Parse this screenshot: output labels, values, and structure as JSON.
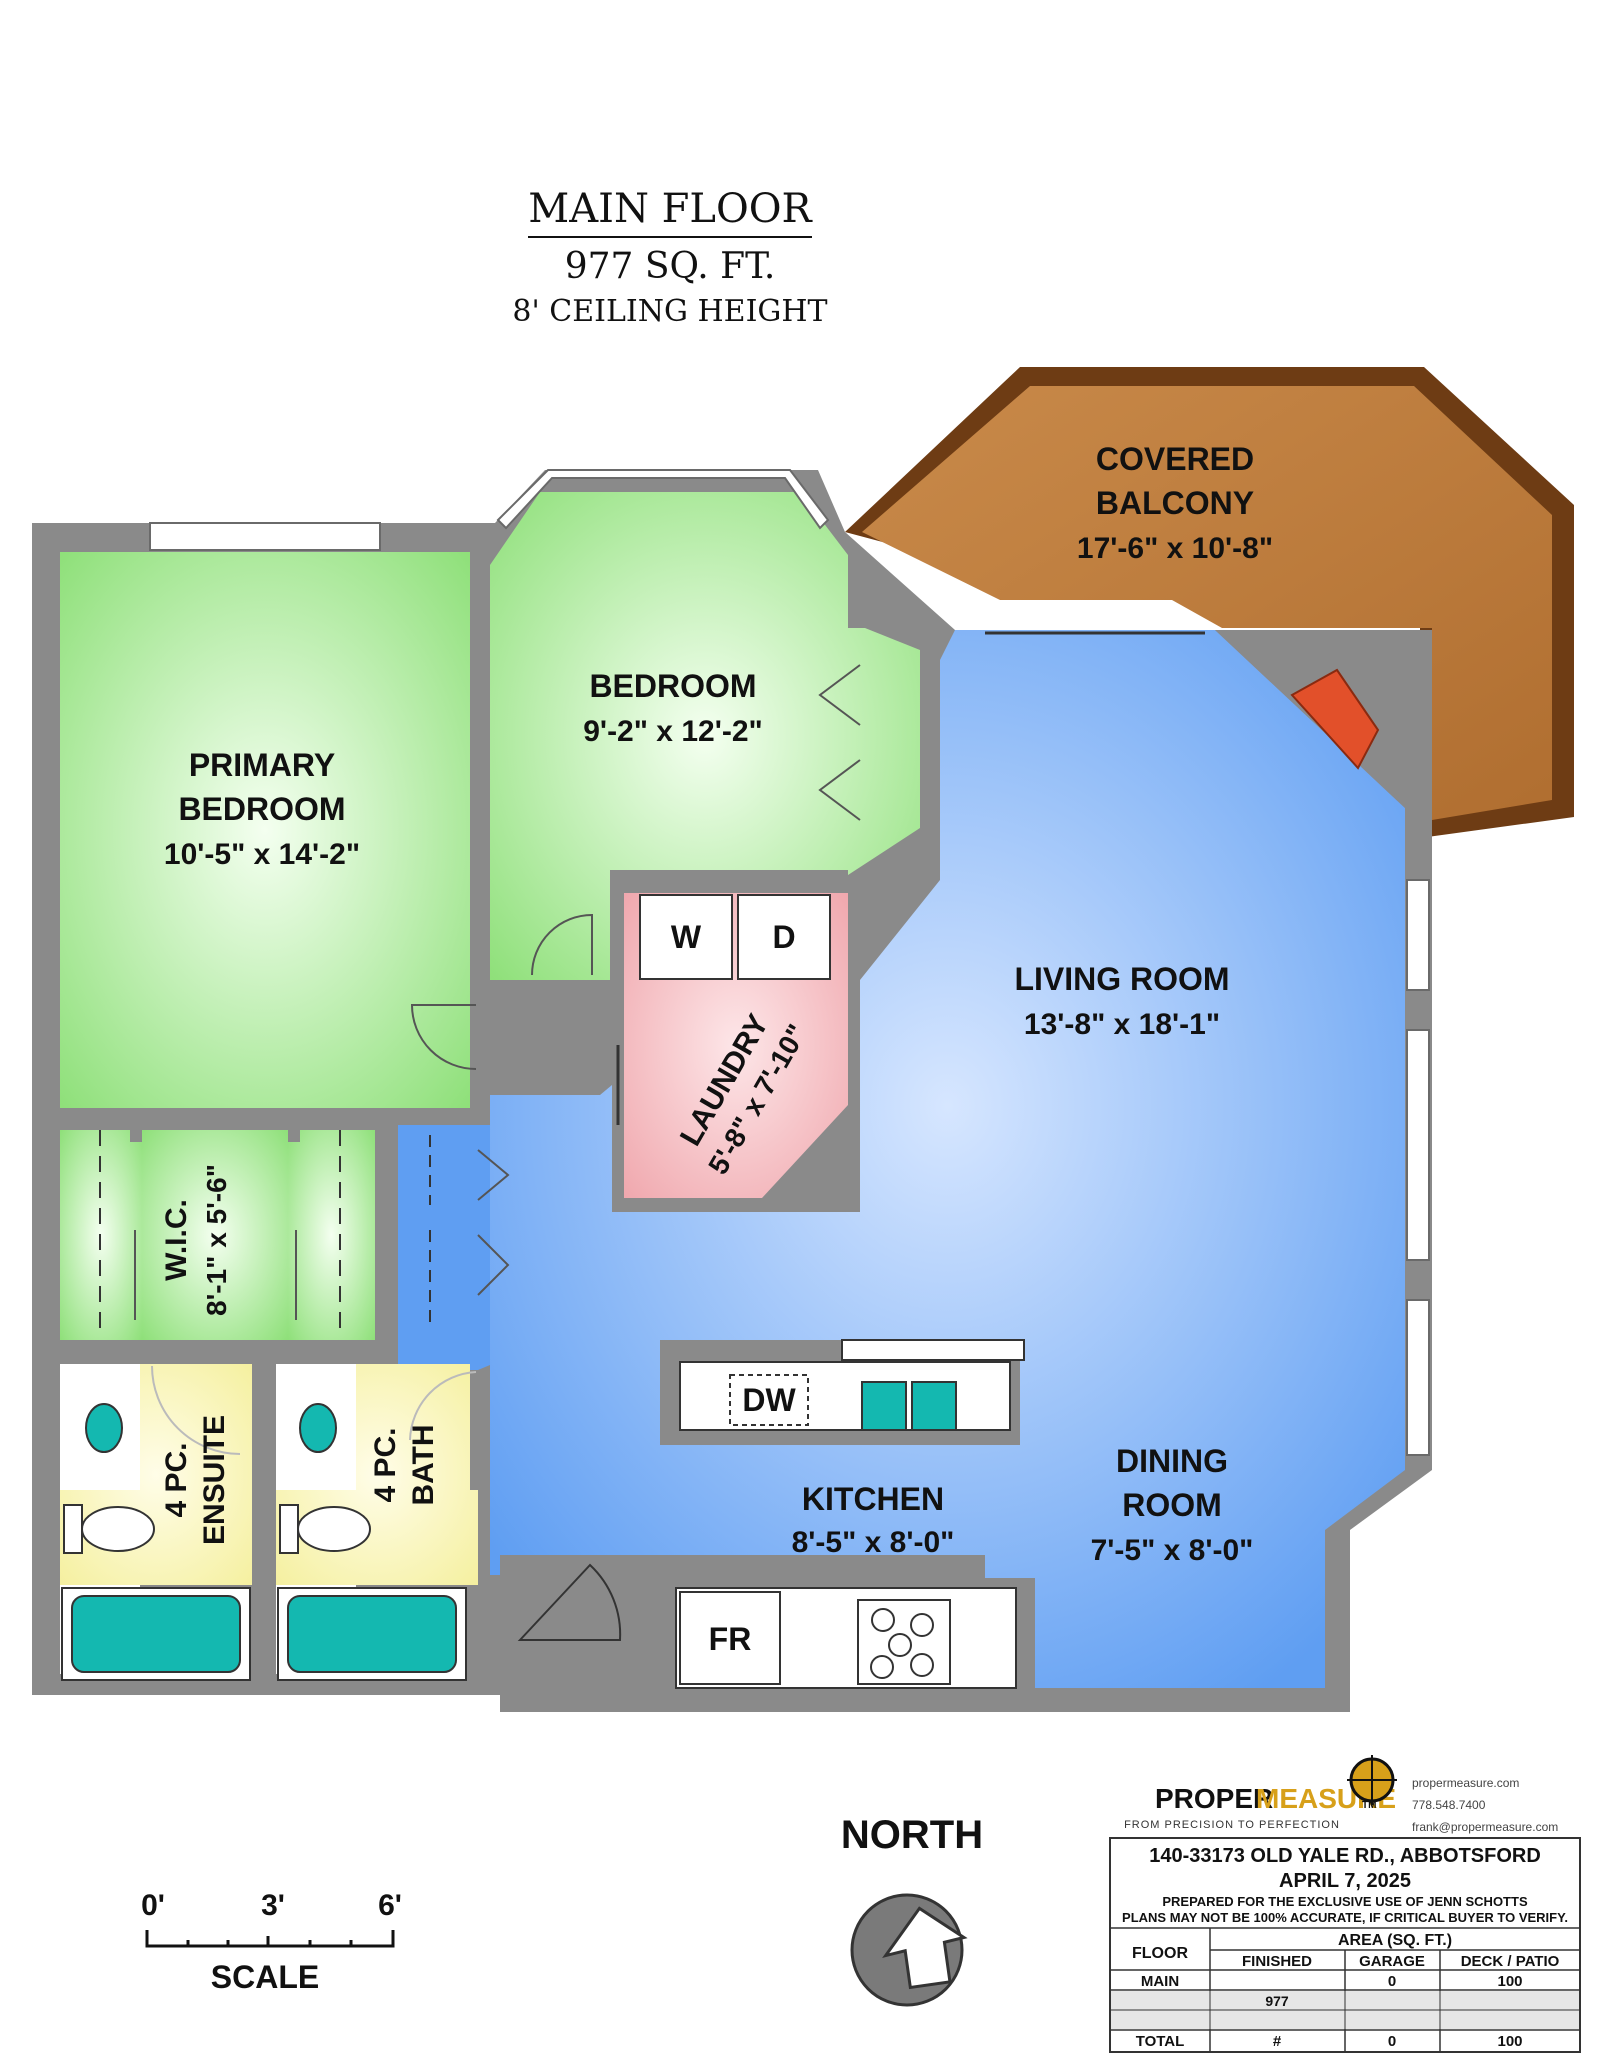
{
  "header": {
    "title": "MAIN FLOOR",
    "area": "977 SQ. FT.",
    "ceiling": "8' CEILING HEIGHT"
  },
  "rooms": {
    "balcony": {
      "line1": "COVERED",
      "line2": "BALCONY",
      "dims": "17'-6\" x 10'-8\""
    },
    "bedroom": {
      "line1": "BEDROOM",
      "dims": "9'-2\" x 12'-2\""
    },
    "primary": {
      "line1": "PRIMARY",
      "line2": "BEDROOM",
      "dims": "10'-5\" x 14'-2\""
    },
    "laundry": {
      "line1": "LAUNDRY",
      "dims": "5'-8\" x 7'-10\"",
      "washer": "W",
      "dryer": "D"
    },
    "living": {
      "line1": "LIVING ROOM",
      "dims": "13'-8\" x 18'-1\""
    },
    "wic": {
      "line1": "W.I.C.",
      "dims": "8'-1\" x 5'-6\""
    },
    "ensuite": {
      "line1": "4 PC.",
      "line2": "ENSUITE"
    },
    "bath": {
      "line1": "4 PC.",
      "line2": "BATH"
    },
    "kitchen": {
      "line1": "KITCHEN",
      "dims": "8'-5\" x 8'-0\"",
      "dishwasher": "DW",
      "fridge": "FR"
    },
    "dining": {
      "line1": "DINING",
      "line2": "ROOM",
      "dims": "7'-5\" x 8'-0\""
    }
  },
  "compass": {
    "label": "NORTH"
  },
  "scale": {
    "ticks": [
      "0'",
      "3'",
      "6'"
    ],
    "label": "SCALE"
  },
  "brand": {
    "name_a": "PROPER",
    "name_b": "MEASURE",
    "tm": "TM",
    "tagline": "FROM PRECISION TO PERFECTION",
    "website": "propermeasure.com",
    "phone": "778.548.7400",
    "email": "frank@propermeasure.com"
  },
  "info": {
    "address": "140-33173 OLD YALE RD., ABBOTSFORD",
    "date": "APRIL 7, 2025",
    "prepared": "PREPARED FOR THE EXCLUSIVE USE OF JENN SCHOTTS",
    "disclaimer": "PLANS MAY NOT BE 100% ACCURATE, IF CRITICAL BUYER TO VERIFY."
  },
  "area_table": {
    "floor_header": "FLOOR",
    "group_header": "AREA (SQ. FT.)",
    "columns": [
      "FINISHED",
      "GARAGE",
      "DECK / PATIO"
    ],
    "rows": [
      {
        "floor": "MAIN",
        "finished": "977",
        "garage": "0",
        "deck": "100"
      },
      {
        "floor": "TOTAL",
        "finished": "#",
        "garage": "0",
        "deck": "100"
      }
    ]
  },
  "colors": {
    "wall": "#8a8a8a",
    "bedroom_green": "#8fe07a",
    "living_blue": "#5f9ef2",
    "laundry_pink": "#f0a8ae",
    "bath_yellow": "#f5f0a0",
    "balcony_brown": "#b87838",
    "fixture_teal": "#14b8b0"
  }
}
